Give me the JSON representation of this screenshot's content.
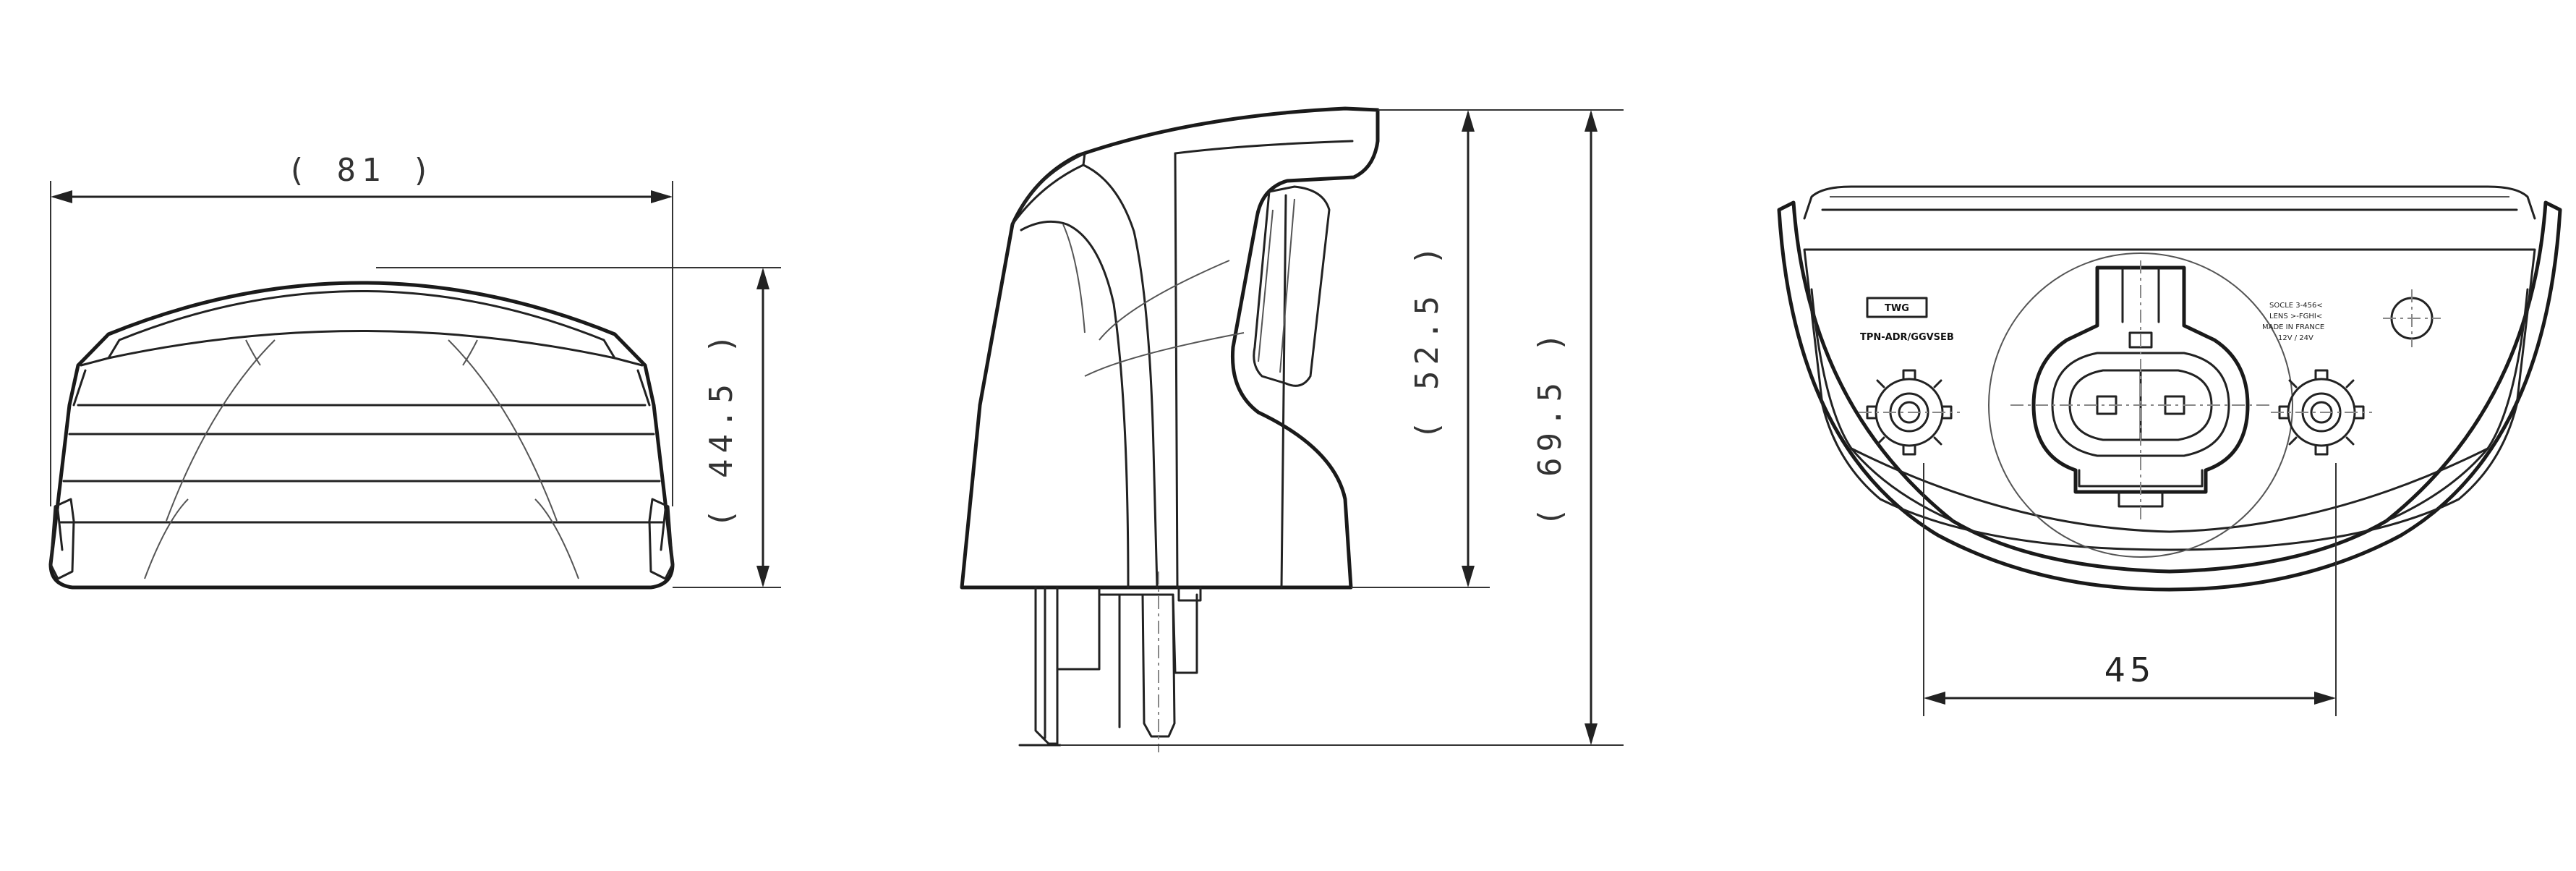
{
  "dimensions": {
    "width_front": "( 81 )",
    "height_front": "( 44.5 )",
    "height_body_side": "( 52.5 )",
    "height_total_side": "( 69.5 )",
    "fixing_spacing": "45"
  },
  "markings": {
    "logo": "TWG",
    "part_number": "TPN-ADR/GGVSEB",
    "socket_line": "SOCLE 3-456<",
    "lens_line": "LENS >-FGHI<",
    "origin_line": "MADE IN FRANCE",
    "voltage_line": "12V / 24V"
  }
}
